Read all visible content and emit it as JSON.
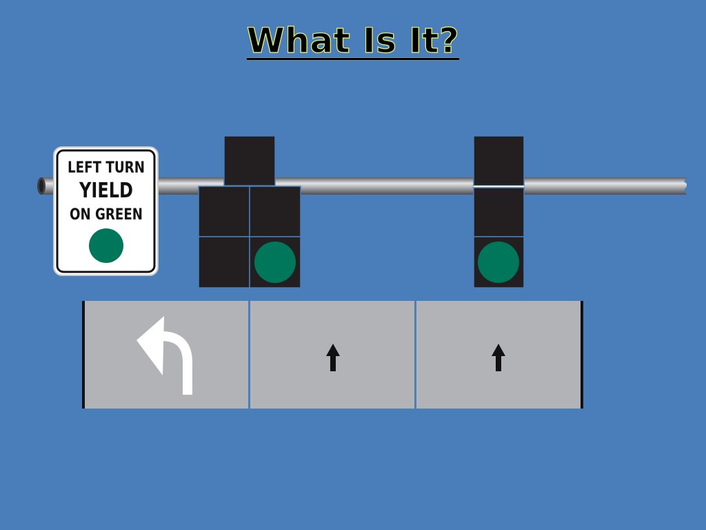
{
  "title": "What Is It?",
  "sign": {
    "line1": "LEFT TURN",
    "line2": "YIELD",
    "line3": "ON GREEN"
  },
  "colors": {
    "background": "#4a7ebb",
    "signal_green": "#00775a",
    "signal_housing": "#231f20",
    "road": "#b2b3b6"
  },
  "signals": [
    {
      "name": "left-turn-signal-head",
      "lit": "green-ball"
    },
    {
      "name": "through-signal-head",
      "lit": "green-ball"
    }
  ],
  "lanes": [
    {
      "name": "left-turn-lane",
      "marking": "left-turn-arrow-icon"
    },
    {
      "name": "through-lane-1",
      "marking": "up-arrow-icon"
    },
    {
      "name": "through-lane-2",
      "marking": "up-arrow-icon"
    }
  ]
}
